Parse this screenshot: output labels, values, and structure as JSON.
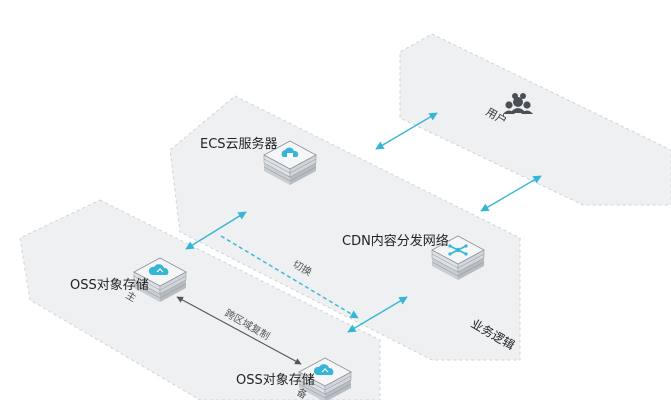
{
  "nodes": {
    "user": {
      "label": "用户",
      "icon": "users-icon"
    },
    "ecs": {
      "label": "ECS云服务器",
      "icon": "cloud-server-icon"
    },
    "cdn": {
      "label": "CDN内容分发网络",
      "icon": "network-icon"
    },
    "oss_primary": {
      "label": "OSS对象存储",
      "icon": "cloud-storage-icon",
      "tag": "主"
    },
    "oss_backup": {
      "label": "OSS对象存储",
      "icon": "cloud-storage-icon",
      "tag": "备"
    }
  },
  "edges": {
    "switch": "切换",
    "cross_region_replication": "跨区域复制"
  },
  "zones": {
    "business_logic": "业务逻辑"
  },
  "colors": {
    "accent": "#35b6d6",
    "zone_fill": "#eef0f2",
    "zone_border": "#cfd3d7",
    "server_top": "#f4f6f8"
  }
}
